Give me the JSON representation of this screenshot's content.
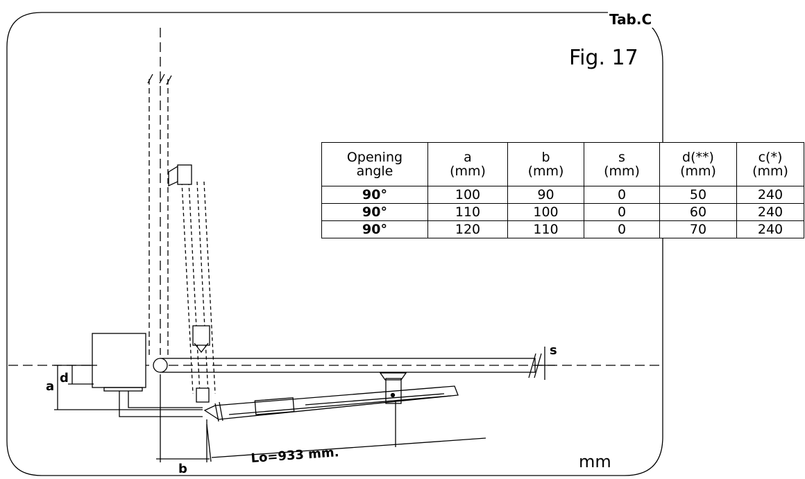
{
  "header": {
    "tab": "Tab.C",
    "figure": "Fig. 17"
  },
  "table": {
    "columns": [
      [
        "Opening",
        "angle"
      ],
      [
        "a",
        "(mm)"
      ],
      [
        "b",
        "(mm)"
      ],
      [
        "s",
        "(mm)"
      ],
      [
        "d(**)",
        "(mm)"
      ],
      [
        "c(*)",
        "(mm)"
      ]
    ],
    "rows": [
      [
        "90°",
        "100",
        "90",
        "0",
        "50",
        "240"
      ],
      [
        "90°",
        "110",
        "100",
        "0",
        "60",
        "240"
      ],
      [
        "90°",
        "120",
        "110",
        "0",
        "70",
        "240"
      ]
    ]
  },
  "diagram": {
    "label_a": "a",
    "label_d": "d",
    "label_b": "b",
    "label_s": "s",
    "length_label": "Lo=933 mm.",
    "unit": "mm"
  }
}
